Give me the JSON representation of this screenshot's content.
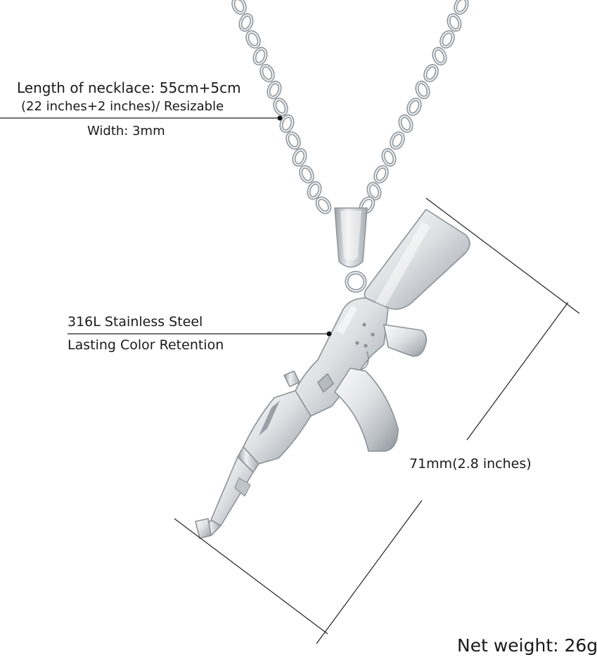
{
  "callouts": {
    "necklace_length": "Length of necklace: 55cm+5cm",
    "necklace_length_inches": "(22 inches+2 inches)/ Resizable",
    "chain_width": "Width: 3mm",
    "material": "316L Stainless Steel",
    "color_retention": "Lasting Color Retention",
    "pendant_length": "71mm(2.8 inches)",
    "net_weight": "Net weight: 26g"
  },
  "colors": {
    "background": "#ffffff",
    "text": "#1a1a1a",
    "line": "#222222",
    "steel_light": "#f4f5f6",
    "steel_mid": "#c9cdd1",
    "steel_dark": "#7d8389"
  },
  "subject": {
    "chain_icon": "rope-chain-icon",
    "pendant_icon": "rifle-pendant-icon"
  }
}
